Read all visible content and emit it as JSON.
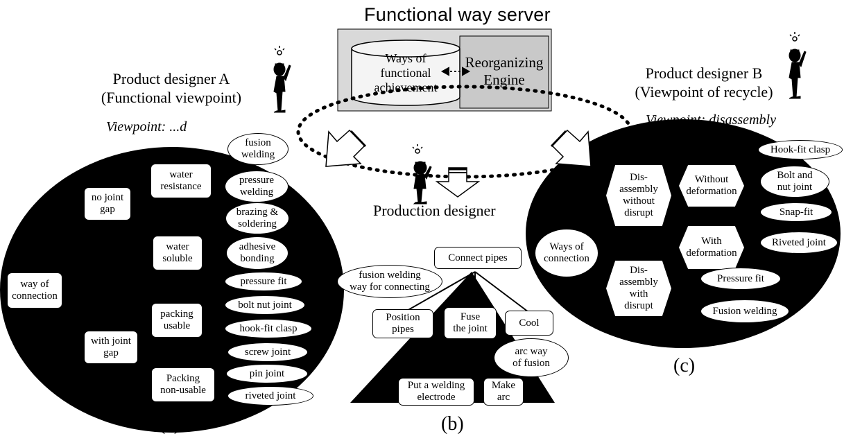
{
  "server": {
    "title": "Functional way server",
    "ways_db": "Ways of\nfunctional\nachievement",
    "engine": "Reorganizing\nEngine"
  },
  "designers": {
    "a": "Product designer A\n(Functional viewpoint)",
    "b": "Product designer B\n(Viewpoint of recycle)",
    "production": "Production designer"
  },
  "viewpoints": {
    "a": "Viewpoint: ...d",
    "b": "Viewpoint: disassembly"
  },
  "panel_a": {
    "root": "way of\nconnection",
    "mid": [
      "no joint\ngap",
      "with joint\ngap"
    ],
    "sub": [
      "water\nresistance",
      "water\nsoluble",
      "packing\nusable",
      "Packing\nnon-usable"
    ],
    "leaves": [
      "fusion\nwelding",
      "pressure\nwelding",
      "brazing &\nsoldering",
      "adhesive\nbonding",
      "pressure fit",
      "bolt nut joint",
      "hook-fit clasp",
      "screw joint",
      "pin joint",
      "riveted joint"
    ],
    "caption": "(a)"
  },
  "panel_b": {
    "root": "Connect pipes",
    "way_connect": "fusion welding\nway for connecting",
    "subs": [
      "Position\npipes",
      "Fuse\nthe joint",
      "Cool"
    ],
    "way_fusion": "arc way\nof fusion",
    "leaves": [
      "Put a welding\nelectrode",
      "Make\narc"
    ],
    "caption": "(b)"
  },
  "panel_c": {
    "root": "Ways of\nconnection",
    "dis": [
      "Dis-\nassembly\nwithout\ndisrupt",
      "Dis-\nassembly\nwith\ndisrupt"
    ],
    "deform": [
      "Without\ndeformation",
      "With\ndeformation"
    ],
    "leaves": [
      "Hook-fit clasp",
      "Bolt and\nnut joint",
      "Snap-fit",
      "Riveted joint",
      "Pressure fit",
      "Fusion welding"
    ],
    "caption": "(c)"
  },
  "colors": {
    "ink": "#000000",
    "server_fill": "#e0e0e0",
    "paper": "#ffffff"
  },
  "icons": [
    "person-idea-icon",
    "lightbulb-icon",
    "arrow-icon",
    "database-cylinder-icon"
  ]
}
